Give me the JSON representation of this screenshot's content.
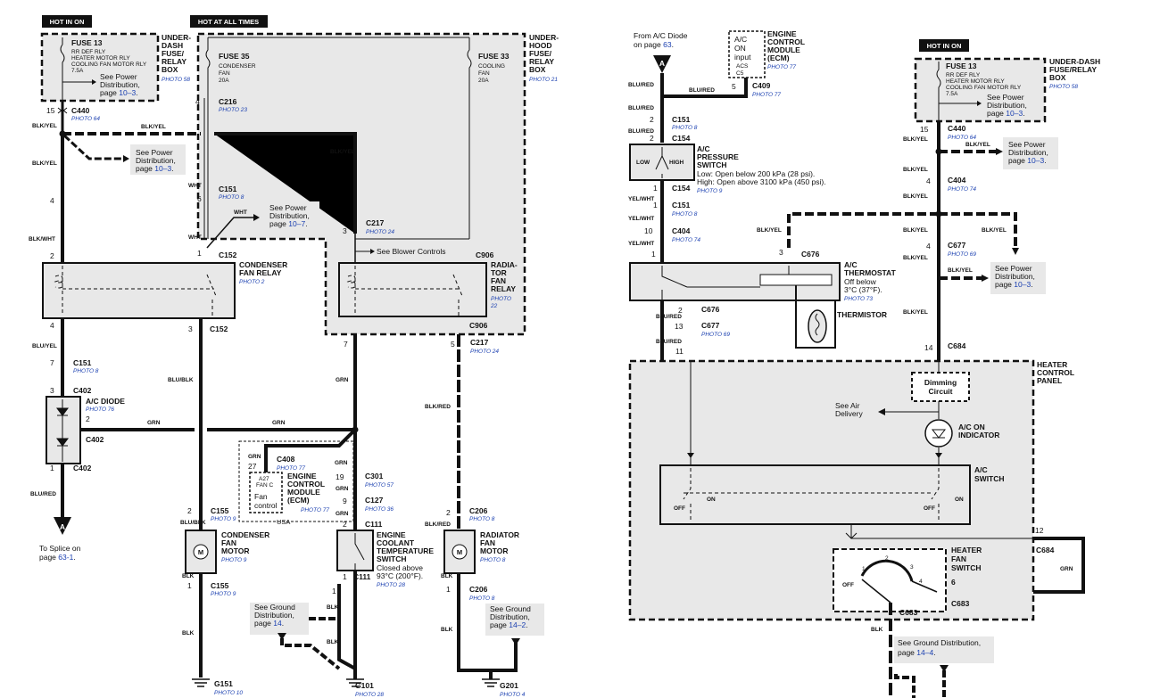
{
  "left": {
    "hot_in_on": "HOT IN ON",
    "hot_at_all_times": "HOT AT ALL TIMES",
    "fuse13": {
      "name": "FUSE 13",
      "lines": [
        "RR DEF RLY",
        "HEATER MOTOR RLY",
        "COOLING FAN MOTOR RLY",
        "7.5A"
      ]
    },
    "see_power_fuse": {
      "l1": "See Power",
      "l2": "Distribution,",
      "pre": "page ",
      "page": "10–3",
      "post": "."
    },
    "under_dash_box": [
      "UNDER-",
      "DASH",
      "FUSE/",
      "RELAY",
      "BOX"
    ],
    "photo58": "PHOTO 58",
    "fuse35": {
      "name": "FUSE 35",
      "lines": [
        "CONDENSER",
        "FAN",
        "20A"
      ]
    },
    "fuse33": {
      "name": "FUSE 33",
      "lines": [
        "COOLING",
        "FAN",
        "20A"
      ]
    },
    "under_hood_box": [
      "UNDER-",
      "HOOD",
      "FUSE/",
      "RELAY",
      "BOX"
    ],
    "photo21": "PHOTO 21",
    "c440": {
      "pin": "15",
      "name": "C440",
      "photo": "PHOTO 64"
    },
    "c216": {
      "pin": "4",
      "name": "C216",
      "photo": "PHOTO 23"
    },
    "blk_yel": "BLK/YEL",
    "see_power2": {
      "l1": "See Power",
      "l2": "Distribution,",
      "pre": "page ",
      "page": "10–3",
      "post": "."
    },
    "c151a": {
      "pin_a": "4",
      "pin_b": "6",
      "name": "C151",
      "photo": "PHOTO 8"
    },
    "wht": "WHT",
    "see_power3": {
      "l1": "See Power",
      "l2": "Distribution,",
      "pre": "page ",
      "page": "10–7",
      "post": "."
    },
    "c217a": {
      "pin": "3",
      "name": "C217",
      "photo": "PHOTO 24"
    },
    "blk_wht": "BLK/WHT",
    "c152a": {
      "pin_a": "2",
      "pin_b": "1",
      "name": "C152"
    },
    "see_blower": "See Blower Controls",
    "c906": "C906",
    "condenser_relay": {
      "l1": "CONDENSER",
      "l2": "FAN RELAY",
      "photo": "PHOTO 2"
    },
    "radiator_relay": {
      "l1": "RADIA-",
      "l2": "TOR",
      "l3": "FAN",
      "l4": "RELAY",
      "photo": "PHOTO",
      "photo_n": "22"
    },
    "c152b": {
      "pin_a": "4",
      "pin_b": "3",
      "name": "C152"
    },
    "c906b": "C906",
    "c217b": {
      "pin_a": "7",
      "pin_b": "5",
      "name": "C217",
      "photo": "PHOTO 24"
    },
    "blu_yel": "BLU/YEL",
    "c151b": {
      "pin": "7",
      "name": "C151",
      "photo": "PHOTO 8"
    },
    "c402": {
      "pin": "3",
      "name": "C402"
    },
    "ac_diode": {
      "name": "A/C DIODE",
      "photo": "PHOTO 76"
    },
    "c402b": {
      "pin": "2",
      "name": "C402"
    },
    "c402c": {
      "pin": "1",
      "name": "C402"
    },
    "grn": "GRN",
    "blu_blk": "BLU/BLK",
    "blk_red": "BLK/RED",
    "c408": {
      "pin": "27",
      "name": "C408",
      "photo": "PHOTO 77"
    },
    "ecm_small": {
      "a27": "A27",
      "fanc": "FAN C",
      "l1": "Fan",
      "l2": "control"
    },
    "ecm": {
      "l1": "ENGINE",
      "l2": "CONTROL",
      "l3": "MODULE",
      "l4": "(ECM)",
      "photo": "PHOTO 77"
    },
    "usa": "USA",
    "c301": {
      "pin": "19",
      "name": "C301",
      "photo": "PHOTO 57"
    },
    "c127": {
      "pin": "9",
      "name": "C127",
      "photo": "PHOTO 36"
    },
    "c111": {
      "pin": "2",
      "name": "C111"
    },
    "c111b": {
      "pin": "1",
      "name": "C111"
    },
    "coolant_switch": {
      "l1": "ENGINE",
      "l2": "COOLANT",
      "l3": "TEMPERATURE",
      "l4": "SWITCH",
      "l5": "Closed above",
      "l6": "93°C (200°F).",
      "photo": "PHOTO 28"
    },
    "splice_a": "A",
    "blu_red": "BLU/RED",
    "to_splice": {
      "l1": "To Splice on",
      "pre": "page ",
      "page": "63-1",
      "post": "."
    },
    "c155": {
      "pin": "2",
      "name": "C155",
      "photo": "PHOTO 9"
    },
    "c155b": {
      "pin": "1",
      "name": "C155",
      "photo": "PHOTO 9"
    },
    "condenser_motor": {
      "l1": "CONDENSER",
      "l2": "FAN",
      "l3": "MOTOR",
      "photo": "PHOTO 9"
    },
    "c206": {
      "pin": "2",
      "name": "C206",
      "photo": "PHOTO 8"
    },
    "c206b": {
      "pin": "1",
      "name": "C206",
      "photo": "PHOTO 8"
    },
    "radiator_motor": {
      "l1": "RADIATOR",
      "l2": "FAN",
      "l3": "MOTOR",
      "photo": "PHOTO 8"
    },
    "blk": "BLK",
    "see_ground1": {
      "l1": "See Ground",
      "l2": "Distribution,",
      "pre": "page ",
      "page": "14",
      "post": "."
    },
    "see_ground2": {
      "l1": "See Ground",
      "l2": "Distribution,",
      "pre": "page ",
      "page": "14–2",
      "post": "."
    },
    "g151": {
      "name": "G151",
      "photo": "PHOTO 10"
    },
    "g101": {
      "name": "G101",
      "photo": "PHOTO 28"
    },
    "g201": {
      "name": "G201",
      "photo": "PHOTO 4"
    },
    "motor_m": "M"
  },
  "right": {
    "from_diode": {
      "l1": "From A/C Diode",
      "pre": "on page ",
      "page": "63",
      "post": "."
    },
    "ecm_box": {
      "l1": "A/C",
      "l2": "ON",
      "l3": "input",
      "l4": "ACS",
      "l5": "C5"
    },
    "ecm": {
      "l1": "ENGINE",
      "l2": "CONTROL",
      "l3": "MODULE",
      "l4": "(ECM)",
      "photo": "PHOTO 77"
    },
    "c409": {
      "pin": "5",
      "name": "C409",
      "photo": "PHOTO 77"
    },
    "hot_in_on": "HOT IN ON",
    "fuse13": {
      "name": "FUSE 13",
      "lines": [
        "RR DEF RLY",
        "HEATER MOTOR RLY",
        "COOLING FAN MOTOR RLY",
        "7.5A"
      ]
    },
    "see_power_fuse": {
      "l1": "See Power",
      "l2": "Distribution,",
      "pre": "page ",
      "page": "10–3",
      "post": "."
    },
    "under_dash_box": [
      "UNDER-DASH",
      "FUSE/RELAY",
      "BOX"
    ],
    "photo58": "PHOTO 58",
    "splice_a": "A",
    "blu_red": "BLU/RED",
    "c151": {
      "pin": "2",
      "name": "C151",
      "photo": "PHOTO 8"
    },
    "c154": {
      "pin": "2",
      "name": "C154"
    },
    "pressure_switch": {
      "l1": "A/C",
      "l2": "PRESSURE",
      "l3": "SWITCH",
      "l4": "Low: Open below 200 kPa (28 psi).",
      "l5": "High: Open above 3100 kPa (450 psi).",
      "low": "LOW",
      "high": "HIGH"
    },
    "c154b": {
      "pin": "1",
      "name": "C154",
      "photo": "PHOTO 9"
    },
    "yel_wht": "YEL/WHT",
    "c151b": {
      "pin": "1",
      "name": "C151",
      "photo": "PHOTO 8"
    },
    "c404": {
      "pin": "10",
      "name": "C404",
      "photo": "PHOTO 74"
    },
    "c440": {
      "pin": "15",
      "name": "C440",
      "photo": "PHOTO 64"
    },
    "blk_yel": "BLK/YEL",
    "see_power2": {
      "l1": "See Power",
      "l2": "Distribution,",
      "pre": "page ",
      "page": "10–3",
      "post": "."
    },
    "c404b": {
      "pin": "4",
      "name": "C404",
      "photo": "PHOTO 74"
    },
    "c677": {
      "pin": "4",
      "name": "C677",
      "photo": "PHOTO 69"
    },
    "see_power3": {
      "l1": "See Power",
      "l2": "Distribution,",
      "pre": "page ",
      "page": "10–3",
      "post": "."
    },
    "c676": {
      "pin_a": "1",
      "pin_b": "3",
      "name": "C676"
    },
    "thermostat": {
      "l1": "A/C",
      "l2": "THERMOSTAT",
      "l3": "Off below",
      "l4": "3°C (37°F).",
      "photo": "PHOTO 73"
    },
    "thermistor": "THERMISTOR",
    "c676b": {
      "pin": "2",
      "name": "C676"
    },
    "c677b": {
      "pin": "13",
      "name": "C677",
      "photo": "PHOTO 69"
    },
    "blu_red2": "BLU/RED",
    "pin11": "11",
    "c684": {
      "pin": "14",
      "name": "C684"
    },
    "heater_panel": [
      "HEATER",
      "CONTROL",
      "PANEL"
    ],
    "dimming": {
      "l1": "Dimming",
      "l2": "Circuit"
    },
    "see_air": {
      "l1": "See Air",
      "l2": "Delivery"
    },
    "ac_on": {
      "l1": "A/C ON",
      "l2": "INDICATOR"
    },
    "ac_switch": {
      "l1": "A/C",
      "l2": "SWITCH",
      "off": "OFF",
      "on": "ON"
    },
    "c684b": {
      "pin": "12",
      "name": "C684"
    },
    "grn": "GRN",
    "heater_fan_switch": {
      "l1": "HEATER",
      "l2": "FAN",
      "l3": "SWITCH",
      "off": "OFF",
      "p1": "1",
      "p2": "2",
      "p3": "3",
      "p4": "4",
      "p6": "6"
    },
    "c683": "C683",
    "c683b": "C683",
    "see_ground": {
      "l1": "See Ground Distribution,",
      "pre": "page ",
      "page": "14–4",
      "post": "."
    },
    "blk": "BLK"
  }
}
